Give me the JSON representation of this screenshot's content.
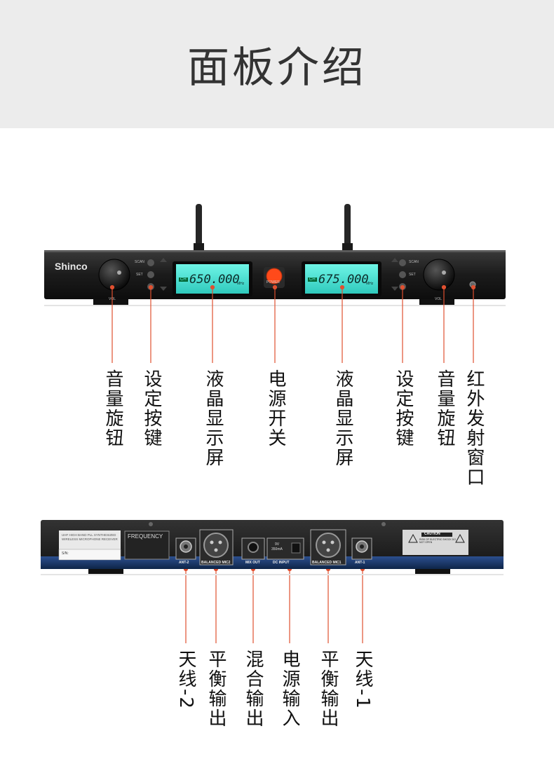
{
  "page": {
    "title": "面板介绍"
  },
  "front_panel": {
    "brand": "Shinco",
    "lcd1_freq": "650.000",
    "lcd2_freq": "675.000",
    "lcd_unit": "MHz",
    "lcd_ch": "CH",
    "scan_label": "SCAN",
    "set_label": "SET",
    "power_label": "POWER",
    "vol_label": "VOL",
    "callouts": [
      {
        "id": "vol-knob-left",
        "text": "音量旋钮"
      },
      {
        "id": "set-button-left",
        "text": "设定按键"
      },
      {
        "id": "lcd-left",
        "text": "液晶显示屏"
      },
      {
        "id": "power-switch",
        "text": "电源开关"
      },
      {
        "id": "lcd-right",
        "text": "液晶显示屏"
      },
      {
        "id": "set-button-right",
        "text": "设定按键"
      },
      {
        "id": "vol-knob-right",
        "text": "音量旋钮"
      },
      {
        "id": "ir-window",
        "text": "红外发射窗口"
      }
    ]
  },
  "rear_panel": {
    "sticker_line1": "UHF HIGH BAND PLL SYNTHESIZED",
    "sticker_line2": "WIRELESS MICROPHONE RECEIVER",
    "sn_label": "S/N:",
    "frequency_label": "FREQUENCY",
    "ant2": "ANT-2",
    "mic2": "BALANCED MIC2",
    "mix_out": "MIX OUT",
    "dc_rating": "9V",
    "dc_current": "350mA",
    "dc_input": "DC INPUT",
    "mic1": "BALANCED MIC1",
    "ant1": "ANT-1",
    "caution_title": "CAUTION",
    "caution_sub": "RISK OF ELECTRIC SHOCK DO NOT OPEN",
    "callouts": [
      {
        "id": "ant2",
        "text": "天线-2"
      },
      {
        "id": "bal-out-2",
        "text": "平衡输出"
      },
      {
        "id": "mix-out",
        "text": "混合输出"
      },
      {
        "id": "dc-in",
        "text": "电源输入"
      },
      {
        "id": "bal-out-1",
        "text": "平衡输出"
      },
      {
        "id": "ant1",
        "text": "天线-1"
      }
    ]
  },
  "colors": {
    "callout_line": "#e05030",
    "lcd": "#4fe6d9",
    "power": "#ff4a1a",
    "chassis": "#1c1c1c"
  }
}
